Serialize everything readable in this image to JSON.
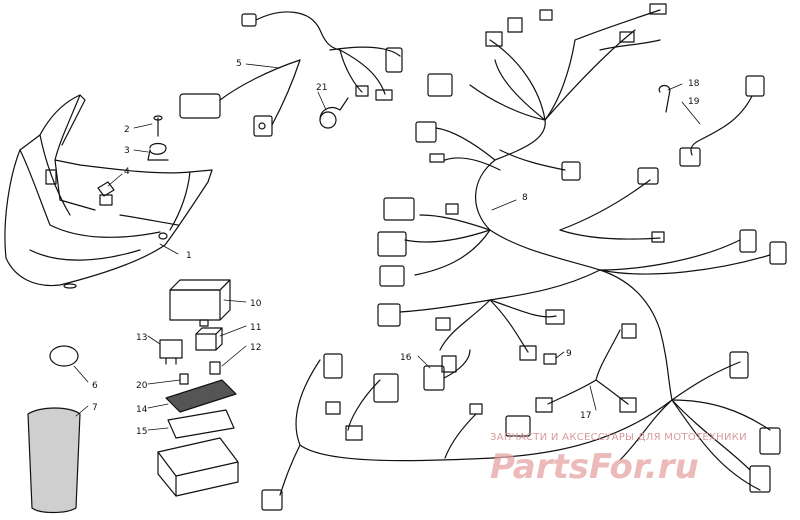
{
  "diagram": {
    "callouts": [
      "1",
      "2",
      "3",
      "4",
      "5",
      "6",
      "7",
      "8",
      "9",
      "10",
      "11",
      "12",
      "13",
      "14",
      "15",
      "16",
      "17",
      "18",
      "19",
      "20",
      "21"
    ]
  },
  "watermark": {
    "tagline": "ЗАПЧАСТИ И АКСЕССУАРЫ ДЛЯ МОТОТЕХНИКИ",
    "logo": "PartsFor.ru"
  },
  "colors": {
    "ink": "#111111",
    "watermark": "#e08f8f"
  }
}
